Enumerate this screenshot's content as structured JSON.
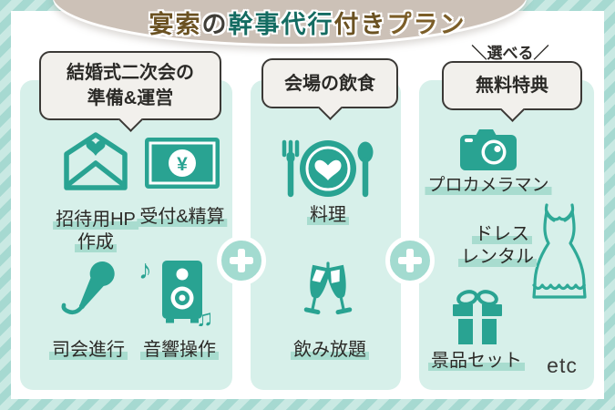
{
  "header": {
    "title_segments": [
      {
        "text": "宴索",
        "color": "#6b5222"
      },
      {
        "text": "の",
        "color": "#403e38"
      },
      {
        "text": "幹事代行",
        "color": "#146c62"
      },
      {
        "text": "付き",
        "color": "#6b5222"
      },
      {
        "text": "プラン",
        "color": "#7c5e28"
      }
    ]
  },
  "columns": [
    {
      "bubble": {
        "line1": "結婚式二次会の",
        "line2": "準備&運営"
      },
      "items": [
        {
          "icon": "envelope-heart-icon",
          "label_line1": "招待用HP",
          "label_line2": "作成"
        },
        {
          "icon": "banknote-yen-icon",
          "label": "受付&精算"
        },
        {
          "icon": "microphone-icon",
          "label": "司会進行"
        },
        {
          "icon": "speaker-music-icon",
          "label": "音響操作"
        }
      ]
    },
    {
      "bubble": {
        "line1": "会場の飲食"
      },
      "items": [
        {
          "icon": "meal-plate-heart-icon",
          "label": "料理"
        },
        {
          "icon": "champagne-toast-icon",
          "label": "飲み放題"
        }
      ]
    },
    {
      "tagline": "＼選べる／",
      "bubble": {
        "line1": "無料特典"
      },
      "items": [
        {
          "icon": "camera-icon",
          "label": "プロカメラマン"
        },
        {
          "icon": "dress-icon",
          "label_line1": "ドレス",
          "label_line2": "レンタル"
        },
        {
          "icon": "gift-icon",
          "label": "景品セット"
        }
      ],
      "etc_label": "etc"
    }
  ],
  "glyphs": {
    "yen": "¥",
    "note_single": "♪",
    "note_double": "♫"
  },
  "colors": {
    "accent_teal": "#29a392",
    "panel_mint": "#d7f0ea",
    "label_highlight": "#a8dccf",
    "stripe_dark": "#a6d9d1",
    "stripe_light": "#c9e9e3",
    "banner_taupe": "#ccc1b7",
    "bubble_bg": "#f2f0ec",
    "plus_fill": "#a3dbd0"
  }
}
